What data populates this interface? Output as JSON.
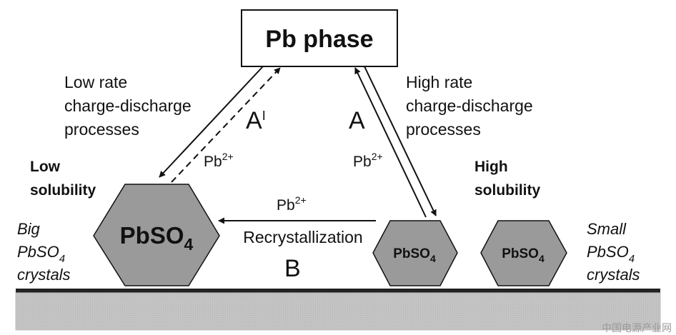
{
  "pb_phase_label": "Pb phase",
  "left_process": [
    "Low rate",
    "charge-discharge",
    "processes"
  ],
  "right_process": [
    "High rate",
    "charge-discharge",
    "processes"
  ],
  "path_A_prime": {
    "base": "A",
    "mark": "I"
  },
  "path_A": "A",
  "path_B": "B",
  "ion": {
    "base": "Pb",
    "charge": "2+"
  },
  "recrystallization": "Recrystallization",
  "low_solubility": [
    "Low",
    "solubility"
  ],
  "high_solubility": [
    "High",
    "solubility"
  ],
  "pbso4": {
    "base": "PbSO",
    "sub": "4"
  },
  "big_crystals": {
    "line1": "Big",
    "line2_base": "PbSO",
    "line2_sub": "4",
    "line3": "crystals"
  },
  "small_crystals": {
    "line1": "Small",
    "line2_base": "PbSO",
    "line2_sub": "4",
    "line3": "crystals"
  },
  "watermark": "中国电源产业网",
  "colors": {
    "hexagon_fill": "#9a9a9a",
    "substrate_fill": "#c4c4c4",
    "line": "#111111"
  }
}
